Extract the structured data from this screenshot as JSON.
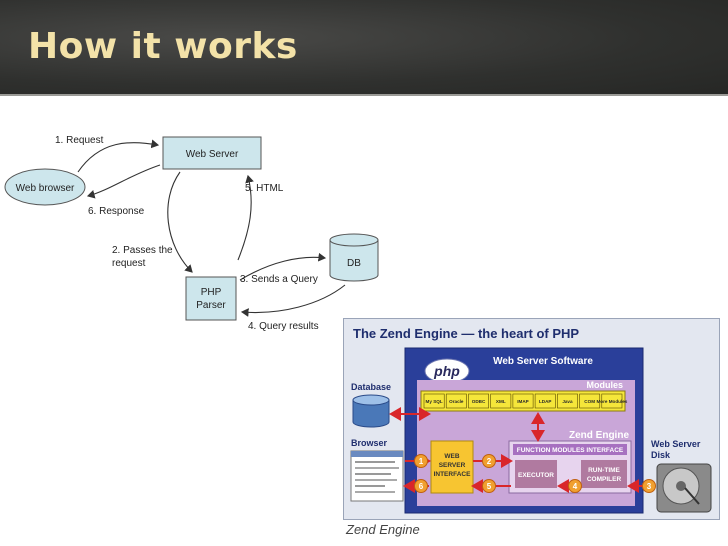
{
  "slide": {
    "title": "How it works"
  },
  "flow_diagram": {
    "nodes": {
      "web_browser": "Web browser",
      "web_server": "Web Server",
      "php_parser_line1": "PHP",
      "php_parser_line2": "Parser",
      "db": "DB"
    },
    "edges": {
      "request": "1. Request",
      "passes_line1": "2. Passes the",
      "passes_line2": "request",
      "sends_query": "3. Sends a Query",
      "query_results": "4. Query results",
      "html": "5. HTML",
      "response": "6. Response"
    },
    "colors": {
      "box_fill": "#cde6ec",
      "box_stroke": "#555555"
    }
  },
  "zend_diagram": {
    "title": "The Zend Engine — the heart of PHP",
    "web_server_software": "Web Server Software",
    "php_logo": "php",
    "modules_label": "Modules",
    "modules": [
      "My SQL",
      "Oracle",
      "ODBC",
      "XML",
      "IMAP",
      "LDAP",
      "Java",
      "COM",
      "More Modules"
    ],
    "zend_engine_label": "Zend Engine",
    "function_modules_interface": "FUNCTION MODULES INTERFACE",
    "web_server_interface": [
      "WEB",
      "SERVER",
      "INTERFACE"
    ],
    "executor": "EXECUTOR",
    "run_time_compiler": [
      "RUN-TIME",
      "COMPILER"
    ],
    "database_label": "Database",
    "browser_label": "Browser",
    "disk_label": [
      "Web Server",
      "Disk"
    ],
    "steps": [
      "1",
      "2",
      "3",
      "4",
      "5",
      "6"
    ],
    "caption": "Zend Engine",
    "colors": {
      "outer": "#2a3f9a",
      "inner": "#c9a6d8",
      "module": "#f5e63a",
      "wsi": "#f7c531",
      "arrow": "#d9262a",
      "step": "#f0a030"
    }
  }
}
